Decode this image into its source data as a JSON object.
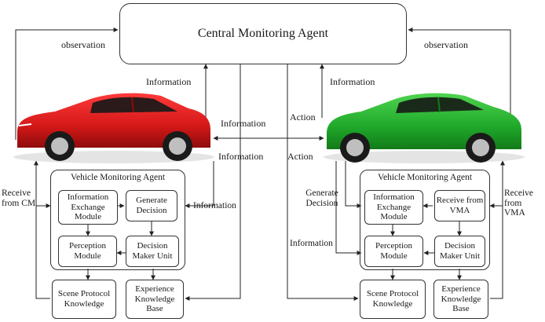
{
  "central": {
    "label": "Central Monitoring Agent"
  },
  "top_labels": {
    "observation_left": "observation",
    "observation_right": "observation"
  },
  "info_labels": {
    "info_up_left": "Information",
    "info_up_right": "Information",
    "info_mid": "Information",
    "info_down": "Information",
    "action_mid": "Action",
    "action_down": "Action"
  },
  "left_agent": {
    "title": "Vehicle Monitoring Agent",
    "side_label_left": "Receive from CM",
    "side_label_right": "Information",
    "modules": {
      "info_exchange": "Information Exchange Module",
      "generate_decision": "Generate Decision",
      "perception": "Perception Module",
      "decision_maker": "Decision Maker Unit",
      "scene_protocol": "Scene Protocol Knowledge",
      "experience": "Experience Knowledge Base"
    },
    "car_color": "#d42020"
  },
  "right_agent": {
    "title": "Vehicle Monitoring Agent",
    "side_label_left_top": "Generate Decision",
    "side_label_left_bottom": "Information",
    "side_label_right": "Receive from VMA",
    "modules": {
      "info_exchange": "Information Exchange Module",
      "receive_vma": "Receive from VMA",
      "perception": "Perception Module",
      "decision_maker": "Decision Maker Unit",
      "scene_protocol": "Scene Protocol Knowledge",
      "experience": "Experience Knowledge Base"
    },
    "car_color": "#22a82a"
  }
}
